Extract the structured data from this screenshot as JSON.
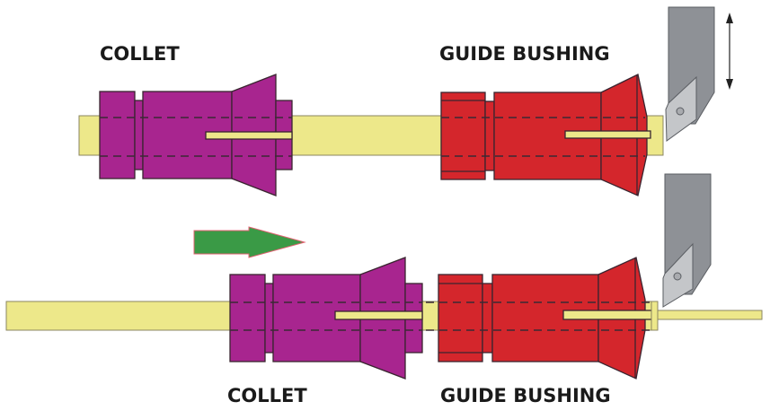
{
  "title": "Swiss-type lathe: collet and guide bushing bar feed",
  "labels": {
    "top_collet": "COLLET",
    "top_guide_bushing": "GUIDE BUSHING",
    "bottom_collet": "COLLET",
    "bottom_guide_bushing": "GUIDE BUSHING"
  },
  "colors": {
    "collet": "#a8258f",
    "guide_bushing": "#d4262c",
    "bar_stock": "#ede88a",
    "tool_holder": "#8e9196",
    "tool_insert": "#c4c6c9",
    "feed_arrow": "#3a9a46",
    "feed_arrow_outline": "#e06070"
  },
  "icons": {
    "feed_direction": "right-arrow-icon",
    "tool_motion": "up-down-arrow-icon"
  }
}
